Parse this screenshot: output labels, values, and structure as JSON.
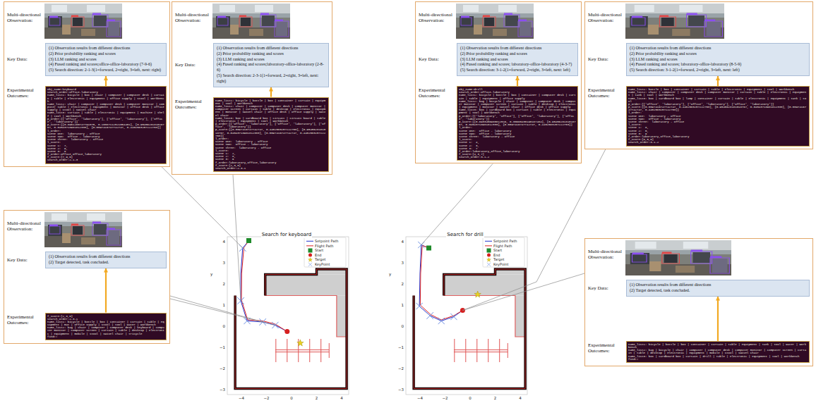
{
  "diagram": {
    "nodes": [
      {
        "text": [
          "Multi-directional Observation:",
          "Key Data:",
          "Experimental Outcomes:"
        ]
      },
      {
        "text": [
          "(1) Observation results from different directions",
          "(2) Prior probability ranking and scores",
          "(3) LLM ranking and scores",
          "(4) Fused ranking and scores;office-office-laboratory (7-9-6)",
          "(5) Search direction: 2-1-3(1=forward, 2=right, 3=left, next: right)"
        ],
        "in": 0
      },
      {
        "text": [
          "obj_name:keyboard",
          "search_order:office-laboratory",
          "name_list1: bicycle | box | chair | computer | computer desk | curtain | table | electronic | equipment | office supply | stool | workbench",
          "name_list2: chair | computer | computer desk | computer monitor | computer table | electronic | equipment | monitor | office desk | office supply | stool | swivel chair",
          "name_list3: curtain | table | electronic | equipment | machine | shelf | tool | workbench",
          "p_order:[['office', 'laboratory'], ['office', 'laboratory'], ['office', 'laboratory']]",
          "p_score:[[0.8961280747794375, 0.10387112521054401], [0.9545628181018767, 0.04543718981812333], [0.5597416747742747, 0.4402583257222753]]",
          "l_order:",
          "scene one:  laboratory - office",
          "scene two:  office - laboratory",
          "scene three:  laboratory - office",
          "l_score:",
          "scene 1:  7,",
          "scene 2:  9,",
          "scene 3:  6",
          "f_order:office,office,laboratory",
          "f_score:[7,9,6]",
          "search_order:2-1-3"
        ],
        "in": 0
      },
      {
        "text": [
          "Multi-directional Observation:",
          "Key Data:",
          "Experimental Outcomes:"
        ]
      },
      {
        "text": [
          "(1) Observation results from different directions",
          "(2) Prior probability ranking and scores",
          "(3) LLM ranking and scores",
          "(4) Fused ranking and scores;laboratory-office-laboratory (2-8-6)",
          "(5) Search direction: 2-3-1(1=forward, 2=right, 3=left, next: right)"
        ],
        "in": 3
      },
      {
        "text": [
          "name_list1: bicycle | bottle | box | container | curtain | equipment | tool | workbench",
          "name_list2: chair | computer | computer desk | computer monitor | computer screen | curtain | table | desktop | electronic | equipment | monitor | swivel chair | office desk | office supply | swivel chair",
          "name_list3: box | cardboard box | circuit | circuit board | table | electronic | equipment | tool | workbench",
          "p_order:[['office', 'laboratory'], ['office', 'laboratory'], ['office', 'laboratory']]",
          "p_score:[[0.5597416747742747, 0.4402583257222753], [0.9545628181018767, 0.04543718981812333], [0.5597416747742747, 0.4402583257222753]]",
          "l_order:",
          "scene one:  laboratory - office",
          "scene two:  office - laboratory",
          "scene three:  laboratory - office",
          "l_score:",
          "scene 1:  2,",
          "scene 2:  8,",
          "scene 3:  6",
          "f_order:laboratory,office,laboratory",
          "f_score:[2,8,6]",
          "search_order:2-3-1"
        ],
        "in": 3
      },
      {
        "text": [
          "Multi-directional Observation:",
          "Key Data:",
          "Experimental Outcomes:"
        ]
      },
      {
        "text": [
          "(1) Observation results from different directions",
          "(2) Target detected, task concluded."
        ],
        "in": 6
      },
      {
        "text": [
          "f_score:[2,8,6]",
          "search_order:2-3-1",
          "name_list1: bicycle | bottle | box | container | curtain | table | equipment | mat | office supply | stool | tool | water | workbench",
          "name_list2: bag | chair | computer | computer desk | keyboard | computer monitor | computer screen | curtain | table | desktop | electronic | equipment | mobile | stool | swivel chair | tricycle",
          "find!!"
        ],
        "in": 6
      },
      {
        "text": [
          "Search for keyboard"
        ]
      },
      {
        "text": [
          "Multi-directional Observation:",
          "Key Data:",
          "Experimental Outcomes:"
        ]
      },
      {
        "text": [
          "(1) Observation results from different directions",
          "(2) Prior probability ranking and scores",
          "(3) LLM ranking and scores",
          "(4) Fused ranking and scores; laboratory-office-laboratory (4-3-7)",
          "(5) Search direction: 3-1-2(1=forward, 2=right, 3=left, next: left)"
        ],
        "in": 10
      },
      {
        "text": [
          "obj_name:drill",
          "search_order:office-laboratory",
          "name_list1: bicycle | bottle | box | container | computer desk | curtain | table | equipment | office supply",
          "name_list2: bag | bicycle | chair | computer | computer desk | computer monitor | computer screen | curtain | table | desktop | electronic | equipment | monitor | swivel chair | office desk | office supply",
          "name_list3: box | cardboard box | curtain | table | electronic | equipment | tool | workbench",
          "p_order:[['laboratory', 'office'], ['office', 'laboratory'], ['office', 'laboratory']]",
          "p_score:[[0.6933456980812516, 0.30665430190187484], [0.9545628181018767, 0.04543718981812333], [0.5597416747742747, 0.4402583257222753]]",
          "l_order:",
          "scene one:  office - laboratory",
          "scene two:  office - laboratory",
          "scene three:  laboratory - office",
          "l_score:",
          "scene 1:  4,",
          "scene 2:  3,",
          "scene 3:  7",
          "f_order:laboratory,office,laboratory",
          "f_score:[4,3,7]",
          "search_order:3-1-2"
        ],
        "in": 10
      },
      {
        "text": [
          "Multi-directional Observation:",
          "Key Data:",
          "Experimental Outcomes:"
        ]
      },
      {
        "text": [
          "(1) Observation results from different directions",
          "(2) Prior probability ranking and scores",
          "(3) LLM ranking and scores",
          "(4) Fused ranking and scores; laboratory-office-laboratory (8-5-9)",
          "(5) Search direction: 3-1-2(1=forward, 2=right, 3=left, next: left)"
        ],
        "in": 13
      },
      {
        "text": [
          "name_list1: bottle | box | container | curtain | table | electronic | equipment | tool | workbench",
          "name_list2: chair | computer | computer desk | computer monitor | curtain | table | electronic | equipment | tank | tool | workbench",
          "name_list3: box | cardboard box | lamp | container | curtain | table | electronic | equipment | tank | tool",
          "p_order:[['office', 'laboratory'], ['office', 'laboratory'], ['office', 'laboratory']]",
          "p_score:[[0.5597416747742747, 0.4402583257222753], [0.9545628181018767, 0.04543718981812333], [0.5597416747742747, 0.4402583257222753]]",
          "l_order:",
          "scene one:  laboratory - office",
          "scene two:  office - laboratory",
          "scene three:  laboratory - office",
          "l_score:",
          "scene 1:  8,",
          "scene 2:  5,",
          "scene 3:  9",
          "f_order:laboratory,office,laboratory",
          "f_score:[8,5,9]",
          "search_order:3-1-2"
        ],
        "in": 13
      },
      {
        "text": [
          "Search for drill"
        ]
      },
      {
        "text": [
          "Multi-directional Observation:",
          "Key Data:",
          "Experimental Outcomes:"
        ]
      },
      {
        "text": [
          "(1) Observation results from different directions",
          "(2) Target detected, task concluded."
        ],
        "in": 17
      },
      {
        "text": [
          "name_list1: bicycle | bottle | box | container | curtain | table | equipment | tank | tool | water | workbench",
          "name_list2: bag | bicycle | chair | computer | computer desk | computer monitor | computer screen | curtain | table | desktop | electronic | equipment | mobile | stool | swivel chair",
          "name_list3: box | cardboard box | curtain | drill | table | electronic | equipment | tool | workbench",
          "find!!"
        ],
        "in": 17
      }
    ],
    "edges": [
      {
        "from": 2,
        "to": 1,
        "arrow": "to"
      },
      {
        "from": 5,
        "to": 4,
        "arrow": "to"
      },
      {
        "from": 8,
        "to": 7,
        "arrow": "to"
      },
      {
        "from": 12,
        "to": 11,
        "arrow": "to"
      },
      {
        "from": 15,
        "to": 14,
        "arrow": "to"
      },
      {
        "from": 19,
        "to": 18,
        "arrow": "to"
      }
    ],
    "labels": [
      "4",
      "3",
      "2",
      "1",
      "0",
      "−1",
      "−2",
      "−3",
      "−4",
      "−2",
      "0",
      "2",
      "4",
      "y",
      "4",
      "3",
      "2",
      "1",
      "0",
      "−1",
      "−2",
      "−3",
      "−4",
      "−2",
      "0",
      "2",
      "4",
      "y"
    ],
    "legend": [
      {
        "text": "Setpoint Path"
      },
      {
        "text": "Flight Path"
      },
      {
        "text": "Start"
      },
      {
        "text": "End"
      },
      {
        "text": "Target"
      },
      {
        "text": "KeyPoint"
      },
      {
        "text": "Setpoint Path"
      },
      {
        "text": "Flight Path"
      },
      {
        "text": "Start"
      },
      {
        "text": "End"
      },
      {
        "text": "Target"
      },
      {
        "text": "KeyPoint"
      }
    ]
  }
}
